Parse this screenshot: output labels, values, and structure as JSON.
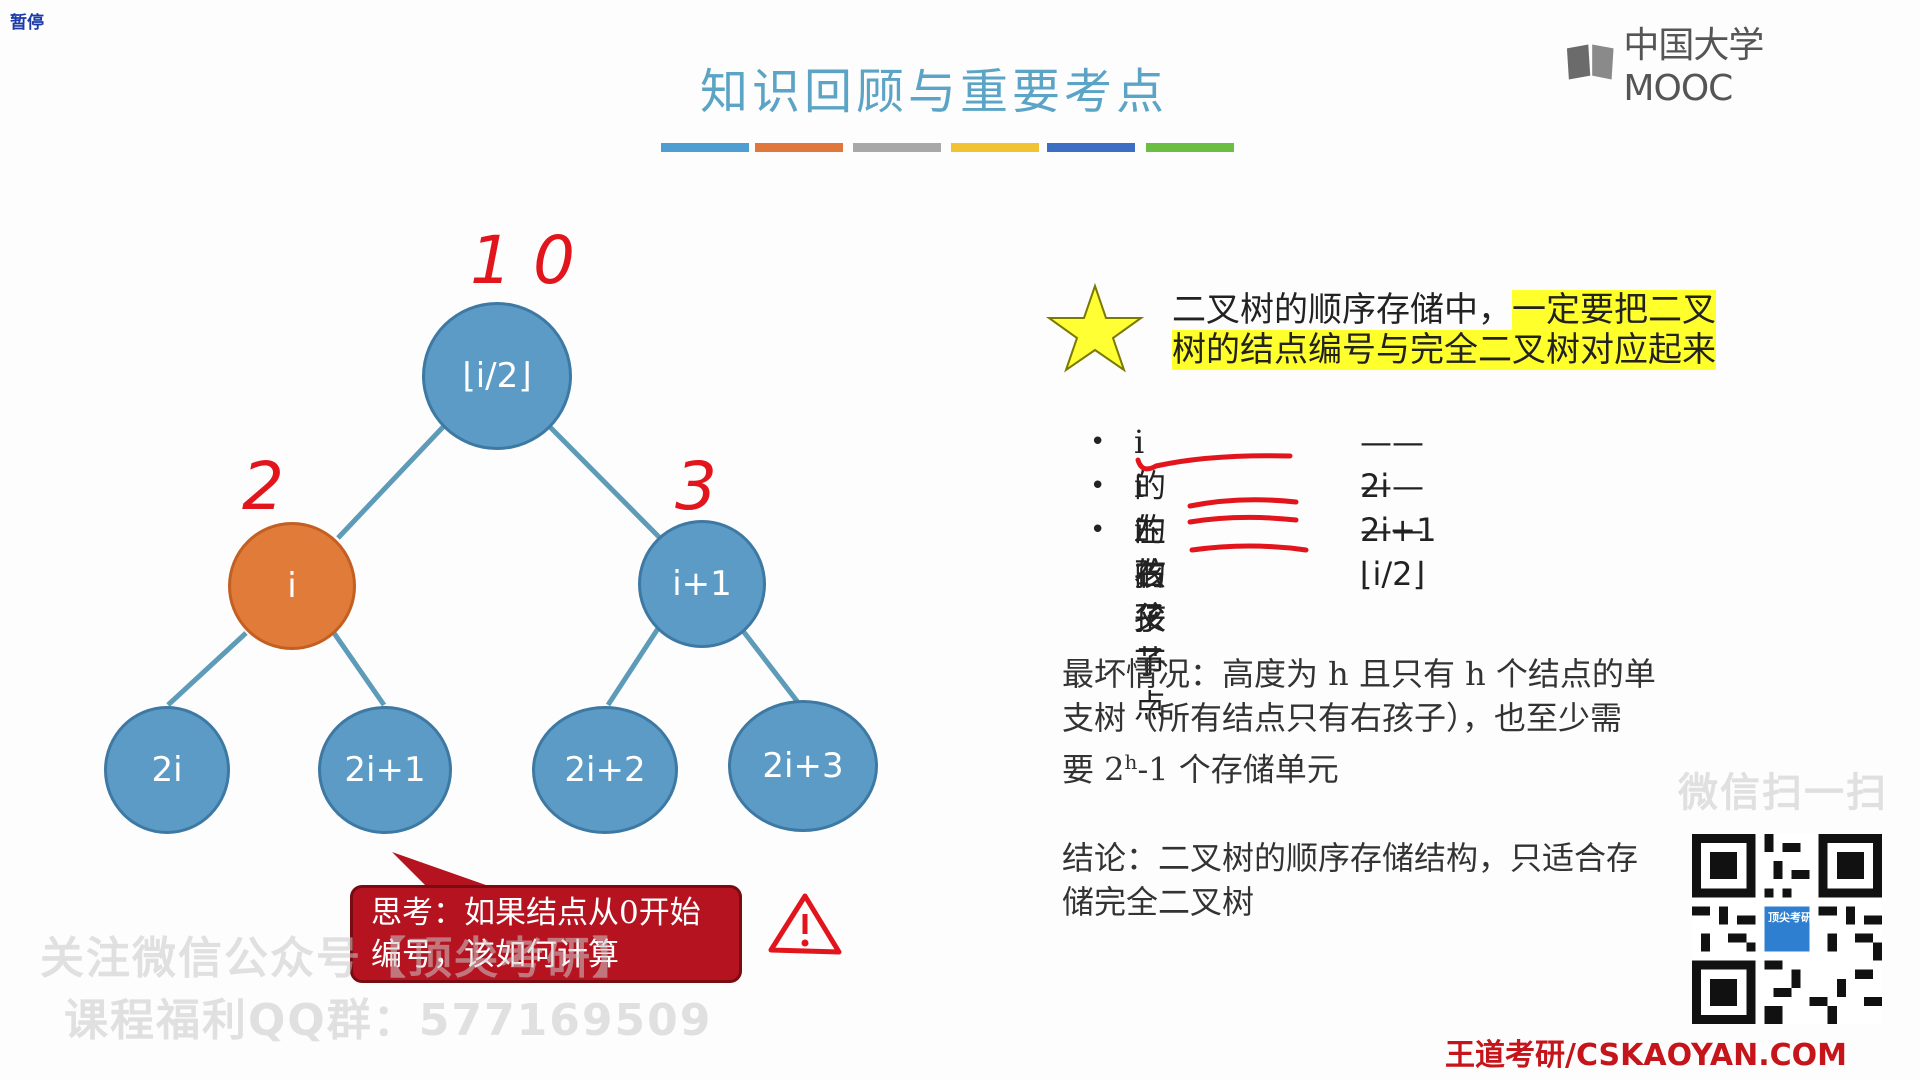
{
  "status": {
    "pause_label": "暂停"
  },
  "brand": {
    "logo_text": "中国大学MOOC"
  },
  "slide": {
    "title": "知识回顾与重要考点",
    "color_bars": [
      "#4f9ed1",
      "#e0773c",
      "#a8a8a8",
      "#f1c232",
      "#3c6fc4",
      "#6abf43"
    ]
  },
  "tree": {
    "root": "⌊i/2⌋",
    "left": "i",
    "right": "i+1",
    "ll": "2i",
    "lr": "2i+1",
    "rl": "2i+2",
    "rr": "2i+3"
  },
  "annotations": {
    "n10": "1 0",
    "n2": "2",
    "n3": "3"
  },
  "callout": {
    "text": "思考：如果结点从0开始编号，该如何计算"
  },
  "key_point": {
    "prefix": "二叉树的顺序存储中，",
    "highlight_line1": "一定要把二叉",
    "highlight_line2": "树的结点编号与完全二叉树对应起来"
  },
  "relations": [
    {
      "label": "i 的左孩子",
      "value": "——2i"
    },
    {
      "label": "i 的右孩子",
      "value": "——2i+1"
    },
    {
      "label": "i 的父节点",
      "value": "——⌊i/2⌋"
    }
  ],
  "worst_case": {
    "line1": "最坏情况：高度为 h 且只有 h 个结点的单",
    "line2": "支树（所有结点只有右孩子），也至少需",
    "line3_pre": "要 2",
    "line3_sup": "h",
    "line3_post": "-1 个存储单元"
  },
  "conclusion": {
    "line1": "结论：二叉树的顺序存储结构，只适合存",
    "line2": "储完全二叉树"
  },
  "watermark": {
    "line1": "关注微信公众号【顶尖考研】",
    "line2": "课程福利QQ群：577169509",
    "wechat_scan": "微信扫一扫"
  },
  "footer": {
    "site": "王道考研/CSKAOYAN.COM"
  },
  "qr_badge": "顶尖考研"
}
